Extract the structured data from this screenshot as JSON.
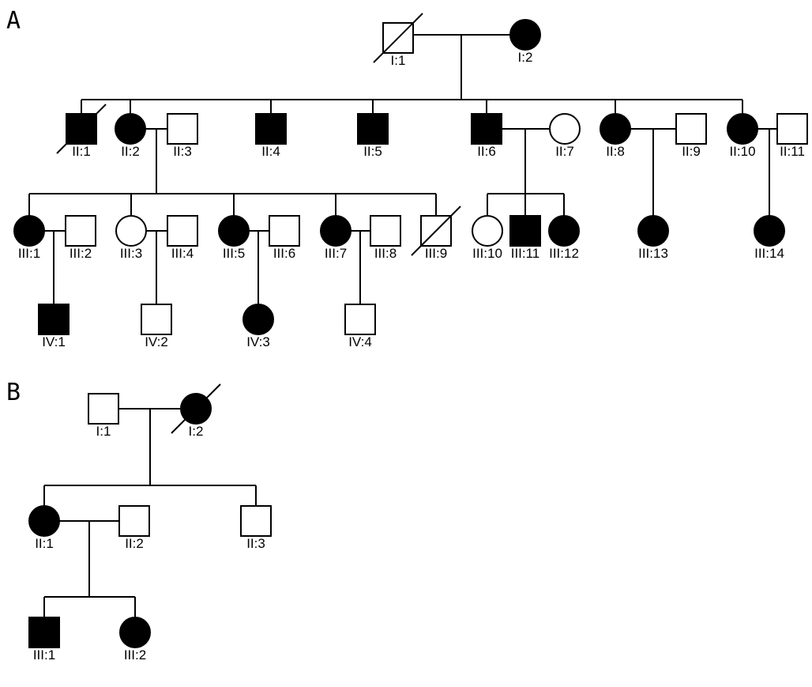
{
  "panels": [
    {
      "letter": "A",
      "individuals": [
        {
          "id": "I:1",
          "sex": "male",
          "affected": false,
          "deceased": true
        },
        {
          "id": "I:2",
          "sex": "female",
          "affected": true,
          "deceased": false
        },
        {
          "id": "II:1",
          "sex": "male",
          "affected": true,
          "deceased": true
        },
        {
          "id": "II:2",
          "sex": "female",
          "affected": true,
          "deceased": false
        },
        {
          "id": "II:3",
          "sex": "male",
          "affected": false,
          "deceased": false
        },
        {
          "id": "II:4",
          "sex": "male",
          "affected": true,
          "deceased": false
        },
        {
          "id": "II:5",
          "sex": "male",
          "affected": true,
          "deceased": false
        },
        {
          "id": "II:6",
          "sex": "male",
          "affected": true,
          "deceased": false
        },
        {
          "id": "II:7",
          "sex": "female",
          "affected": false,
          "deceased": false
        },
        {
          "id": "II:8",
          "sex": "female",
          "affected": true,
          "deceased": false
        },
        {
          "id": "II:9",
          "sex": "male",
          "affected": false,
          "deceased": false
        },
        {
          "id": "II:10",
          "sex": "female",
          "affected": true,
          "deceased": false
        },
        {
          "id": "II:11",
          "sex": "male",
          "affected": false,
          "deceased": false
        },
        {
          "id": "III:1",
          "sex": "female",
          "affected": true,
          "deceased": false
        },
        {
          "id": "III:2",
          "sex": "male",
          "affected": false,
          "deceased": false
        },
        {
          "id": "III:3",
          "sex": "female",
          "affected": false,
          "deceased": false
        },
        {
          "id": "III:4",
          "sex": "male",
          "affected": false,
          "deceased": false
        },
        {
          "id": "III:5",
          "sex": "female",
          "affected": true,
          "deceased": false
        },
        {
          "id": "III:6",
          "sex": "male",
          "affected": false,
          "deceased": false
        },
        {
          "id": "III:7",
          "sex": "female",
          "affected": true,
          "deceased": false
        },
        {
          "id": "III:8",
          "sex": "male",
          "affected": false,
          "deceased": false
        },
        {
          "id": "III:9",
          "sex": "male",
          "affected": false,
          "deceased": true
        },
        {
          "id": "III:10",
          "sex": "female",
          "affected": false,
          "deceased": false
        },
        {
          "id": "III:11",
          "sex": "male",
          "affected": true,
          "deceased": false
        },
        {
          "id": "III:12",
          "sex": "female",
          "affected": true,
          "deceased": false
        },
        {
          "id": "III:13",
          "sex": "female",
          "affected": true,
          "deceased": false
        },
        {
          "id": "III:14",
          "sex": "female",
          "affected": true,
          "deceased": false
        },
        {
          "id": "IV:1",
          "sex": "male",
          "affected": true,
          "deceased": false
        },
        {
          "id": "IV:2",
          "sex": "male",
          "affected": false,
          "deceased": false
        },
        {
          "id": "IV:3",
          "sex": "female",
          "affected": true,
          "deceased": false
        },
        {
          "id": "IV:4",
          "sex": "male",
          "affected": false,
          "deceased": false
        }
      ]
    },
    {
      "letter": "B",
      "individuals": [
        {
          "id": "I:1",
          "sex": "male",
          "affected": false,
          "deceased": false
        },
        {
          "id": "I:2",
          "sex": "female",
          "affected": true,
          "deceased": true
        },
        {
          "id": "II:1",
          "sex": "female",
          "affected": true,
          "deceased": false
        },
        {
          "id": "II:2",
          "sex": "male",
          "affected": false,
          "deceased": false
        },
        {
          "id": "II:3",
          "sex": "male",
          "affected": false,
          "deceased": false
        },
        {
          "id": "III:1",
          "sex": "male",
          "affected": true,
          "deceased": false
        },
        {
          "id": "III:2",
          "sex": "female",
          "affected": true,
          "deceased": false
        }
      ]
    }
  ]
}
